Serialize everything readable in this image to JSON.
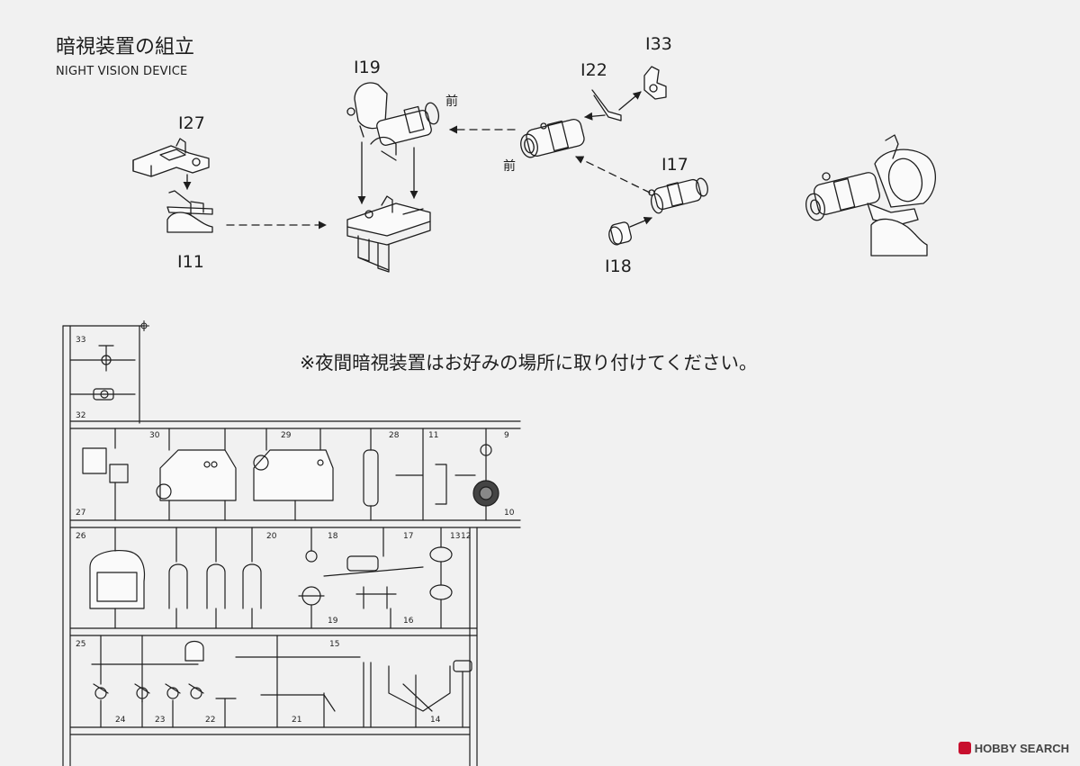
{
  "title": {
    "japanese": "暗視装置の組立",
    "english": "NIGHT VISION DEVICE"
  },
  "part_labels": {
    "i27": "I27",
    "i11": "I11",
    "i19": "I19",
    "i22": "I22",
    "i33": "I33",
    "i17": "I17",
    "i18": "I18"
  },
  "front_marker": "前",
  "note": "※夜間暗視装置はお好みの場所に取り付けてください。",
  "sprue_numbers": [
    "33",
    "32",
    "30",
    "29",
    "28",
    "11",
    "9",
    "27",
    "10",
    "26",
    "20",
    "18",
    "17",
    "13",
    "12",
    "19",
    "16",
    "25",
    "15",
    "24",
    "23",
    "22",
    "21",
    "14"
  ],
  "watermark": {
    "brand": "HOBBY SEARCH"
  },
  "colors": {
    "background": "#f1f1f1",
    "line": "#1e1e1e",
    "watermark_accent": "#c8102e"
  }
}
